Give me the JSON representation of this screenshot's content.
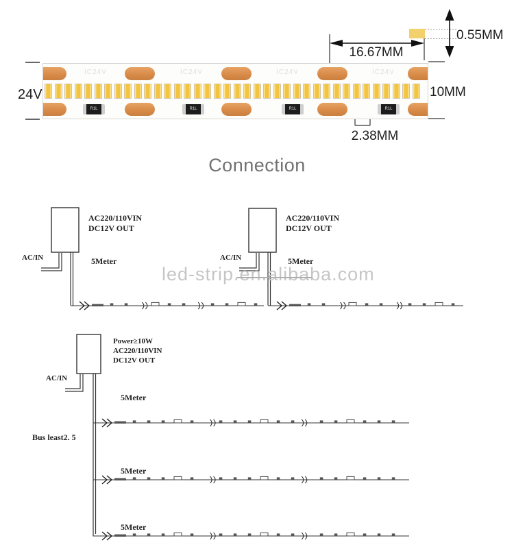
{
  "strip_diagram": {
    "voltage_label": "24V",
    "dim_width": "16.67MM",
    "dim_thickness": "0.55MM",
    "dim_height": "10MM",
    "dim_pitch": "2.38MM",
    "pcb_print_text": "IC24V",
    "resistor_label": "R1L",
    "colors": {
      "led": "#f2c43f",
      "pad": "#d98c4a",
      "chip_sample": "#f2d06b",
      "resistor_body": "#1d1d1d",
      "resistor_cap": "#cfcfcf"
    }
  },
  "connection": {
    "title": "Connection",
    "adapter1": {
      "line1": "AC220/110VIN",
      "line2": "DC12V OUT",
      "ac_in": "AC/IN",
      "length": "5Meter"
    },
    "adapter2": {
      "line1": "AC220/110VIN",
      "line2": "DC12V OUT",
      "ac_in": "AC/IN",
      "length": "5Meter"
    },
    "watermark": "led-strip.en.alibaba.com"
  },
  "bus_diagram": {
    "power": "Power≥10W",
    "line1": "AC220/110VIN",
    "line2": "DC12V OUT",
    "ac_in": "AC/IN",
    "bus_label": "Bus least2. 5",
    "branch_lengths": [
      "5Meter",
      "5Meter",
      "5Meter"
    ]
  }
}
